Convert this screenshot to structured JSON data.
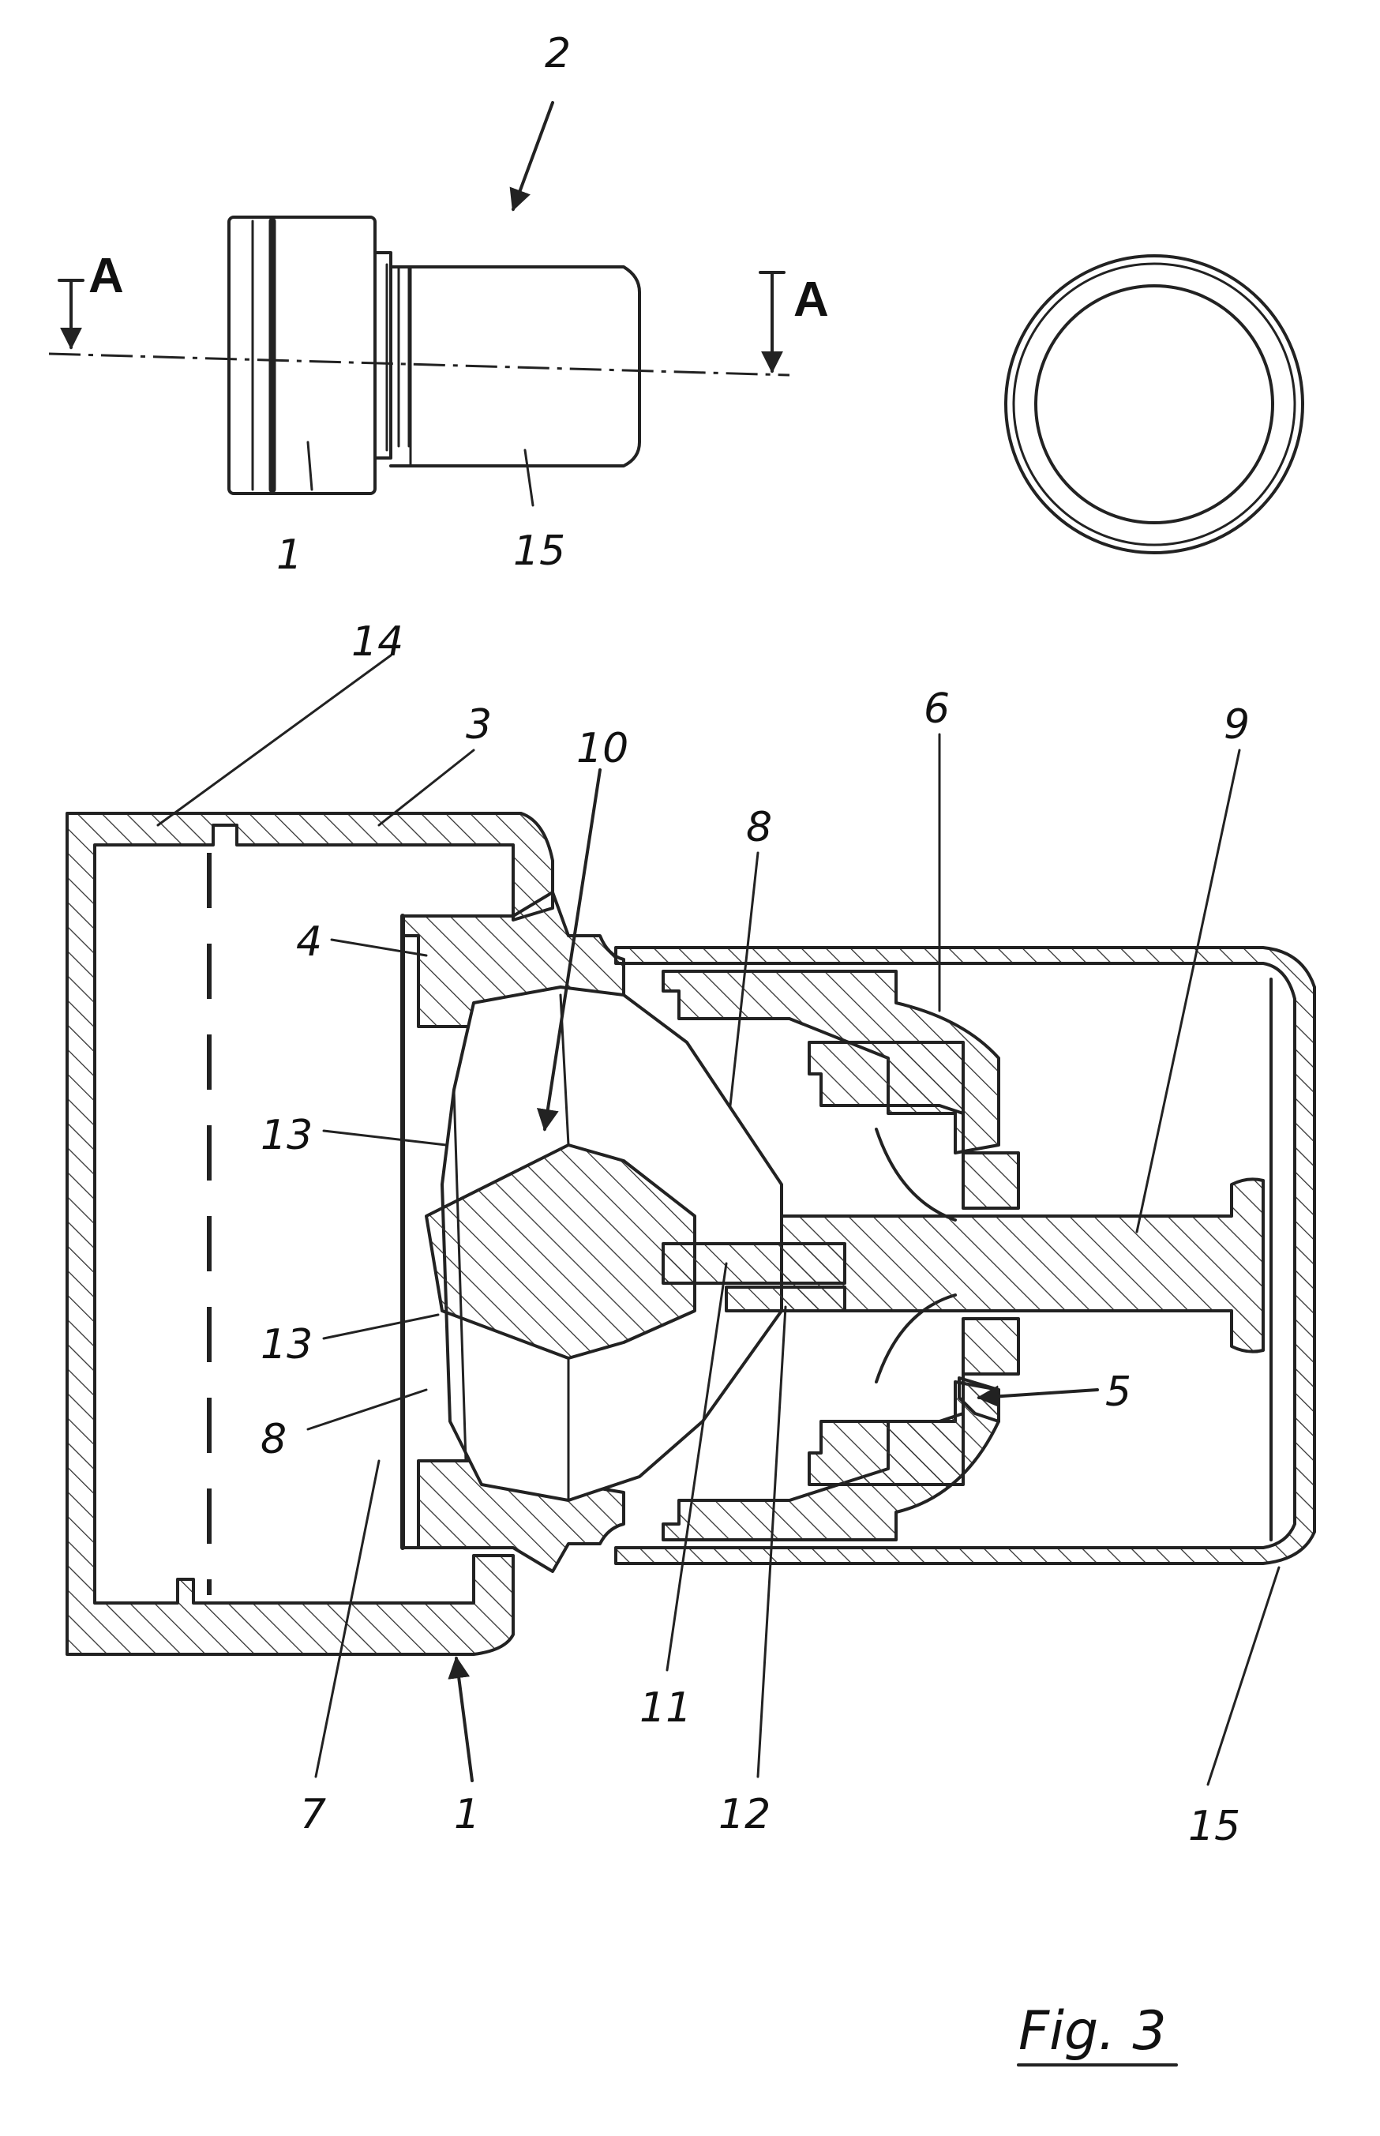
{
  "figure": {
    "caption": "Fig. 3",
    "section_marks": [
      "A",
      "A"
    ]
  },
  "labels": {
    "l_2": "2",
    "l_1_top": "1",
    "l_15_top": "15",
    "l_14": "14",
    "l_3": "3",
    "l_10": "10",
    "l_8_top": "8",
    "l_6": "6",
    "l_9": "9",
    "l_4": "4",
    "l_13_a": "13",
    "l_13_b": "13",
    "l_8_left": "8",
    "l_5": "5",
    "l_11": "11",
    "l_12": "12",
    "l_7": "7",
    "l_1_bottom": "1",
    "l_15_bottom": "15"
  }
}
